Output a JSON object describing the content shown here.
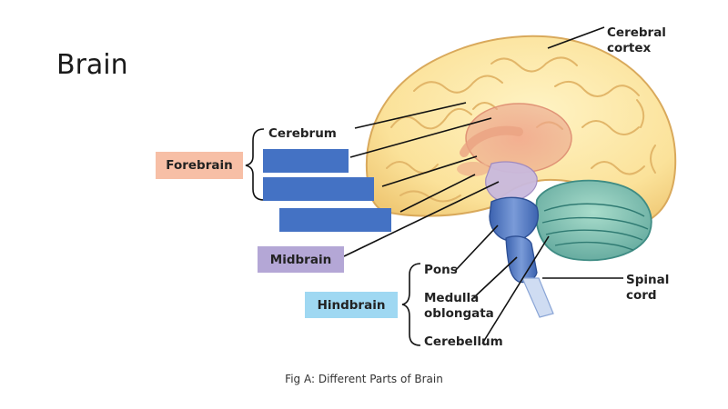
{
  "slide": {
    "title": "Brain",
    "caption": "Fig A: Different Parts of Brain"
  },
  "diagram": {
    "labels": {
      "cerebral_cortex_line1": "Cerebral",
      "cerebral_cortex_line2": "cortex",
      "cerebrum": "Cerebrum",
      "pons": "Pons",
      "medulla_line1": "Medulla",
      "medulla_line2": "oblongata",
      "cerebellum": "Cerebellum",
      "spinal_cord_line1": "Spinal",
      "spinal_cord_line2": "cord"
    },
    "groups": {
      "forebrain": "Forebrain",
      "midbrain": "Midbrain",
      "hindbrain": "Hindbrain"
    },
    "colors": {
      "forebrain": "#f7bfa6",
      "midbrain": "#b4a7d6",
      "hindbrain": "#9fd8f2",
      "blank_box": "#4472c4"
    }
  }
}
